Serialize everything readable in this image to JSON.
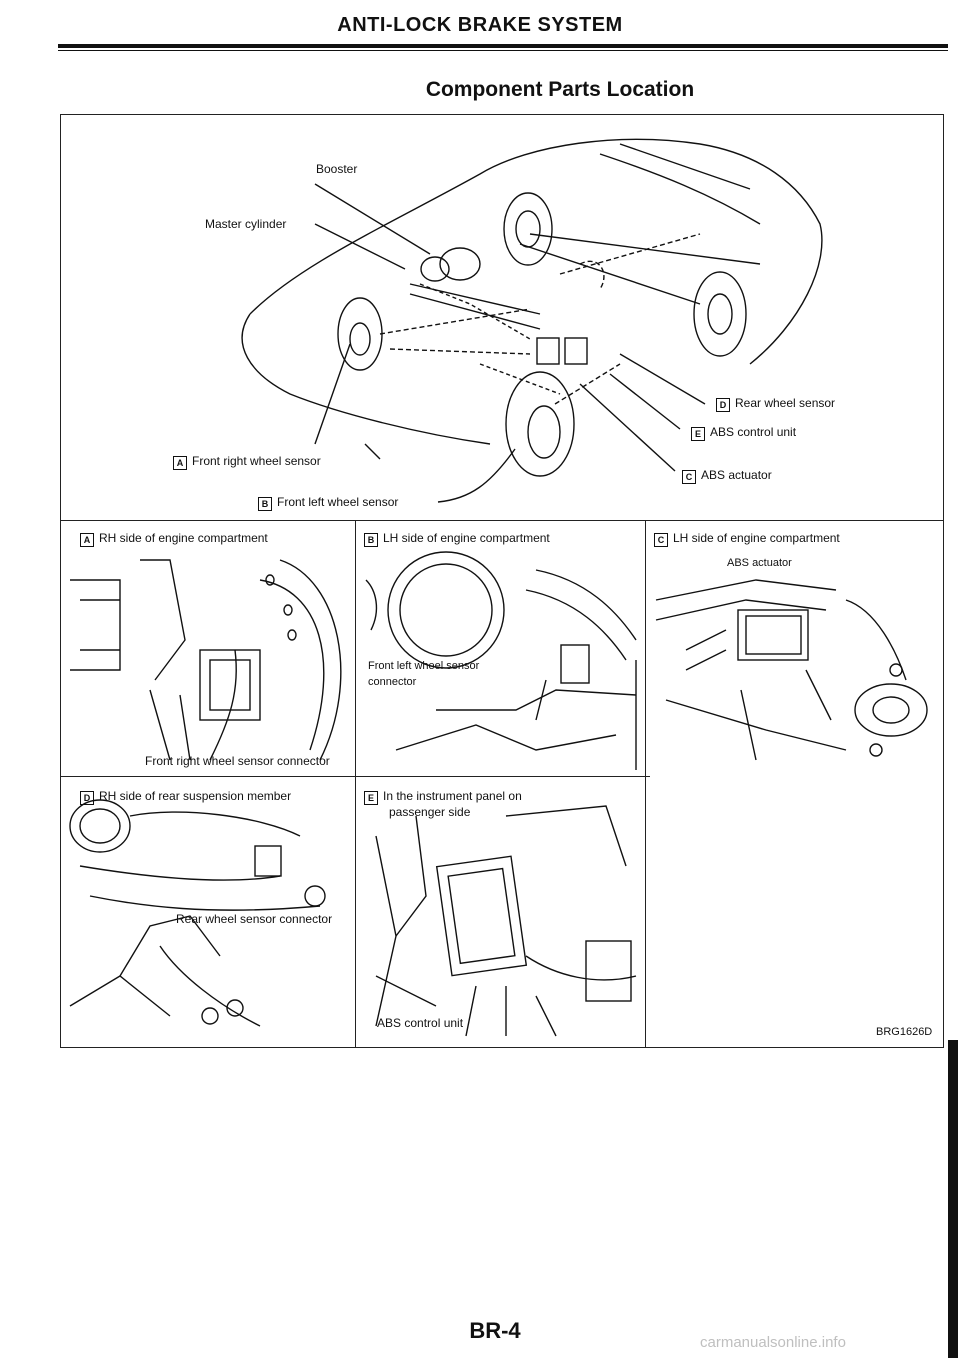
{
  "header": {
    "title": "ANTI-LOCK BRAKE SYSTEM",
    "section": "Component Parts Location"
  },
  "overview": {
    "booster": "Booster",
    "master_cylinder": "Master cylinder",
    "front_right": {
      "badge": "A",
      "text": "Front right wheel sensor"
    },
    "front_left": {
      "badge": "B",
      "text": "Front left wheel sensor"
    },
    "rear": {
      "badge": "D",
      "text": "Rear wheel sensor"
    },
    "control_unit": {
      "badge": "E",
      "text": "ABS control unit"
    },
    "actuator": {
      "badge": "C",
      "text": "ABS actuator"
    }
  },
  "panels": {
    "a": {
      "badge": "A",
      "title": "RH side of engine compartment",
      "callout": "Front right wheel sensor connector"
    },
    "b": {
      "badge": "B",
      "title": "LH side of engine compartment",
      "callout_1": "Front left wheel sensor",
      "callout_2": "connector"
    },
    "c": {
      "badge": "C",
      "title": "LH side of engine compartment",
      "callout": "ABS actuator"
    },
    "d": {
      "badge": "D",
      "title": "RH side of rear suspension member",
      "callout": "Rear wheel sensor connector"
    },
    "e": {
      "badge": "E",
      "title_1": "In the instrument panel on",
      "title_2": "passenger side",
      "callout": "ABS control unit"
    }
  },
  "figure_code": "BRG1626D",
  "page_number": "BR-4",
  "watermark": "carmanualsonline.info"
}
